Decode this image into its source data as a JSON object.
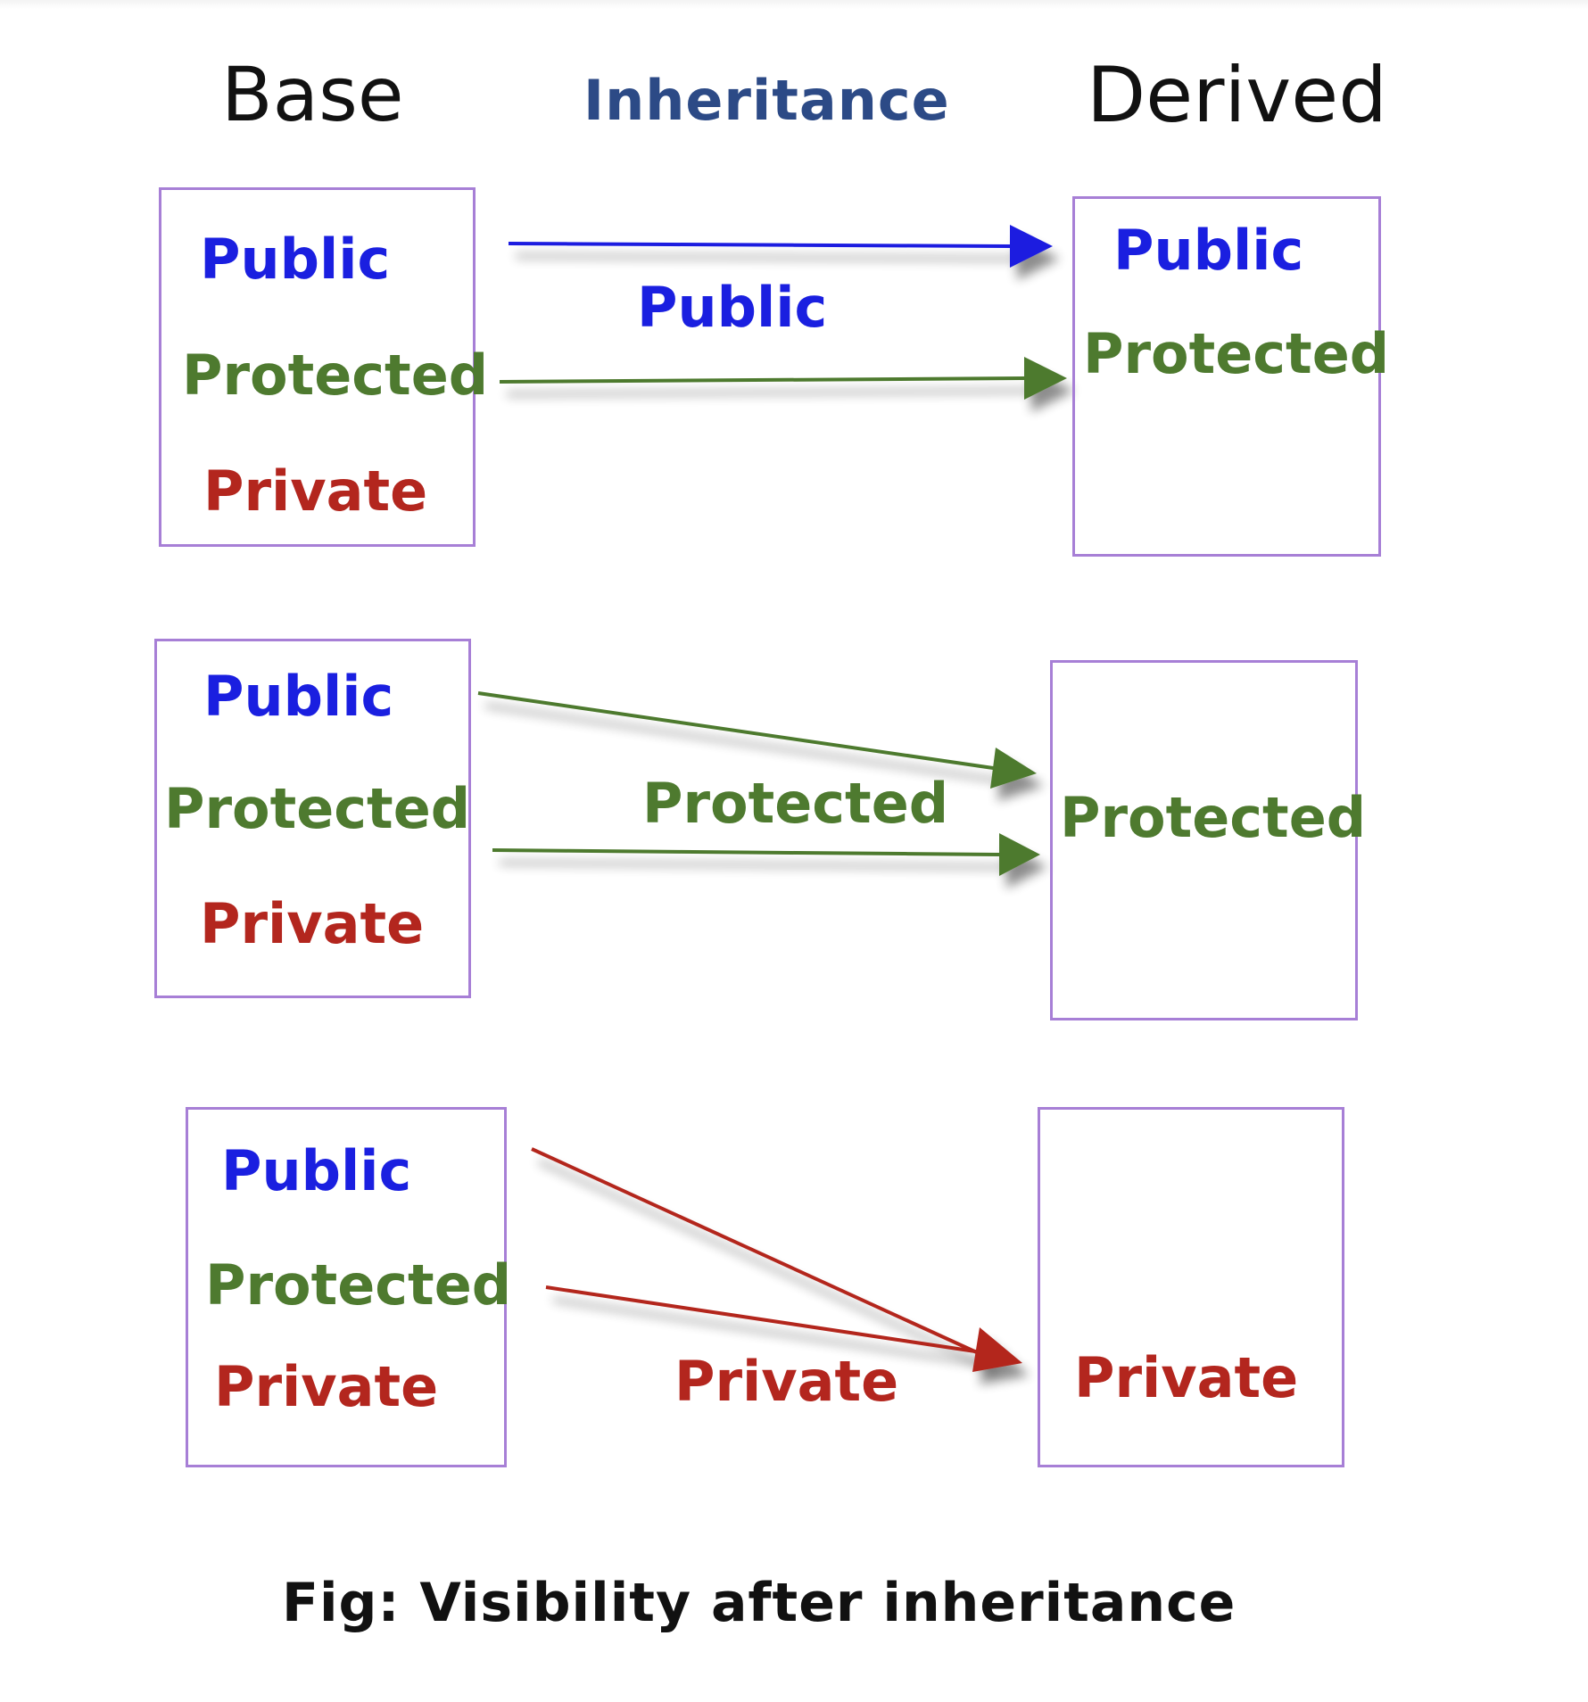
{
  "headers": {
    "base": "Base",
    "inheritance": "Inheritance",
    "derived": "Derived"
  },
  "rows": [
    {
      "mode": "Public",
      "base": [
        "Public",
        "Protected",
        "Private"
      ],
      "derived": [
        "Public",
        "Protected"
      ]
    },
    {
      "mode": "Protected",
      "base": [
        "Public",
        "Protected",
        "Private"
      ],
      "derived": [
        "Protected"
      ]
    },
    {
      "mode": "Private",
      "base": [
        "Public",
        "Protected",
        "Private"
      ],
      "derived": [
        "Private"
      ]
    }
  ],
  "caption": "Fig: Visibility after inheritance",
  "colors": {
    "public": "#1a1fe0",
    "protected": "#4e7a2f",
    "private": "#b3261e",
    "box_border": "#a77fd6",
    "heading_inheritance": "#2c4a86"
  }
}
